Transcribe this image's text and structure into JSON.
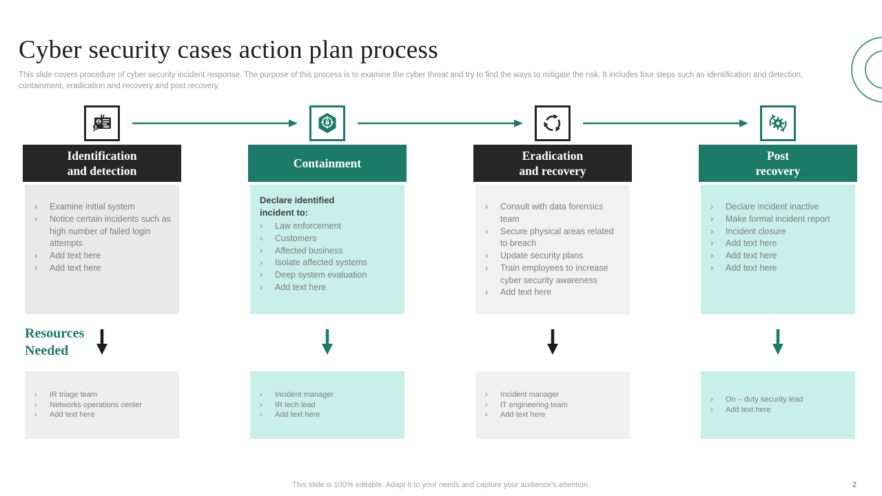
{
  "slide": {
    "title": "Cyber security cases action plan process",
    "subtitle": "This slide covers procedure of cyber security incident response. The purpose of this process is to examine the cyber threat and try to find the ways to mitigate the risk. It includes four steps such as identification and detection, containment, eradication and recovery and post recovery.",
    "resources_label_line1": "Resources",
    "resources_label_line2": "Needed",
    "bullet_char": "›",
    "footer": "This slide is 100% editable. Adapt it to your needs and capture your audience's attention.",
    "page_number": "2"
  },
  "colors": {
    "teal": "#1b7a68",
    "dark": "#262626",
    "mint": "#c8efe8",
    "light_gray": "#e9e9e9",
    "body_text": "#7e7e7e",
    "circle_outline": "#55958c"
  },
  "columns": [
    {
      "name": "identification-and-detection",
      "icon": "id-badge-icon",
      "accent": "#262626",
      "header_bg": "#262626",
      "box_bg": "#e9e9e9",
      "bottom_bg": "#eeeeee",
      "arrow_color": "#1c1c1c",
      "title_lines": [
        "Identification",
        "and detection"
      ],
      "steps": [
        "Examine initial system",
        "Notice certain incidents such as high number of failed login attempts",
        "Add text here",
        "Add text here"
      ],
      "resources": [
        "IR triage team",
        "Networks operations center",
        "Add text here"
      ]
    },
    {
      "name": "containment",
      "icon": "shield-target-lock-icon",
      "accent": "#1b7a68",
      "header_bg": "#1b7a68",
      "box_bg": "#c8efe8",
      "bottom_bg": "#c8efe8",
      "arrow_color": "#1b7a68",
      "title_lines": [
        "Containment"
      ],
      "steps_intro": "Declare identified incident to:",
      "steps": [
        "Law enforcement",
        "Customers",
        "Affected business",
        "Isolate affected systems",
        "Deep system evaluation",
        "Add text here"
      ],
      "resources": [
        "Incident manager",
        "IR tech lead",
        "Add text here"
      ]
    },
    {
      "name": "eradication-and-recovery",
      "icon": "sync-arrows-icon",
      "accent": "#262626",
      "header_bg": "#262626",
      "box_bg": "#f1f1f1",
      "bottom_bg": "#f0f0f0",
      "arrow_color": "#1c1c1c",
      "title_lines": [
        "Eradication",
        "and recovery"
      ],
      "steps": [
        "Consult with data forensics team",
        "Secure physical areas related to breach",
        "Update security plans",
        "Train employees to increase cyber security awareness",
        "Add text here"
      ],
      "resources": [
        "Incident manager",
        "IT engineering team",
        "Add text here"
      ]
    },
    {
      "name": "post-recovery",
      "icon": "gear-cycle-icon",
      "accent": "#1b7a68",
      "header_bg": "#1b7a68",
      "box_bg": "#c8efe8",
      "bottom_bg": "#c8efe8",
      "arrow_color": "#1b7a68",
      "title_lines": [
        "Post",
        "recovery"
      ],
      "steps": [
        "Declare incident inactive",
        "Make formal incident report",
        "Incident closure",
        "Add text here",
        "Add text here",
        "Add text here"
      ],
      "resources": [
        "On – duty security lead",
        "Add text here"
      ]
    }
  ]
}
